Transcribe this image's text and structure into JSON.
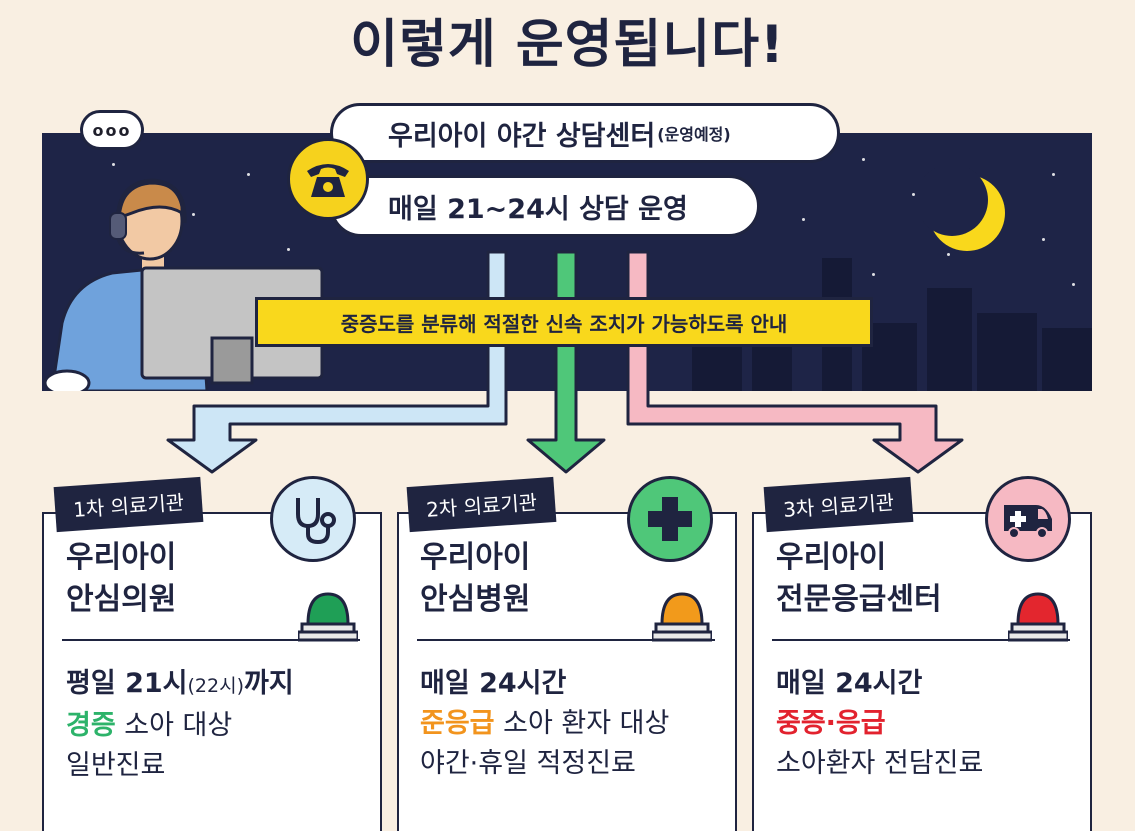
{
  "title": "이렇게 운영됩니다!",
  "center": {
    "name": "우리아이 야간 상담센터",
    "note": "(운영예정)",
    "hours": "매일 21~24시 상담 운영"
  },
  "speech_bubble": "ooo",
  "guidance": "중증도를 분류해 적절한 신속 조치가 가능하도록 안내",
  "colors": {
    "navy": "#1f2440",
    "night": "#1e2447",
    "yellow": "#f9d81c",
    "arrow_light_blue": "#cde6f6",
    "arrow_green": "#4fc779",
    "arrow_pink": "#f6b9c3",
    "text_green": "#2db36a",
    "text_orange": "#f2941d",
    "text_red": "#e2222e"
  },
  "cards": [
    {
      "tier": "1차 의료기관",
      "name_line1": "우리아이",
      "name_line2": "안심의원",
      "icon": "stethoscope-icon",
      "siren_color": "#1f9f56",
      "hours_main": "평일 21시",
      "hours_paren": "(22시)",
      "hours_suffix": "까지",
      "severity": "경증",
      "target": " 소아 대상",
      "care": "일반진료"
    },
    {
      "tier": "2차 의료기관",
      "name_line1": "우리아이",
      "name_line2": "안심병원",
      "icon": "medical-cross-icon",
      "siren_color": "#f29a1b",
      "hours_main": "매일 24시간",
      "severity": "준응급",
      "target": " 소아 환자 대상",
      "care": "야간·휴일 적정진료"
    },
    {
      "tier": "3차 의료기관",
      "name_line1": "우리아이",
      "name_line2": "전문응급센터",
      "icon": "ambulance-icon",
      "siren_color": "#e3262e",
      "hours_main": "매일 24시간",
      "severity": "중증·응급",
      "target": "",
      "care": "소아환자 전담진료"
    }
  ]
}
